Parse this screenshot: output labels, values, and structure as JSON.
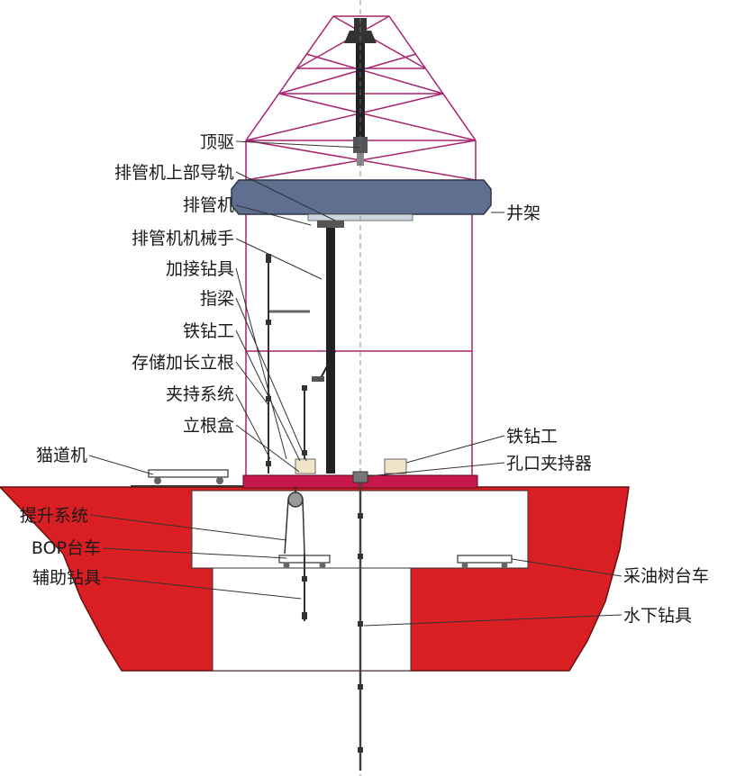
{
  "labels": {
    "top_drive": "顶驱",
    "pipe_racker_upper_rail": "排管机上部导轨",
    "pipe_racker": "排管机",
    "derrick": "井架",
    "pipe_racker_arm": "排管机机械手",
    "extra_drill_tool": "加接钻具",
    "finger_beam": "指梁",
    "iron_roughneck_left": "铁钻工",
    "stored_stand": "存储加长立根",
    "clamping_system": "夹持系统",
    "setback_box": "立根盒",
    "catwalk": "猫道机",
    "iron_roughneck_right": "铁钻工",
    "wellhead_clamp": "孔口夹持器",
    "hoist_system": "提升系统",
    "bop_trolley": "BOP台车",
    "aux_drill_tool": "辅助钻具",
    "tree_trolley": "采油树台车",
    "subsea_drill_tool": "水下钻具"
  },
  "colors": {
    "hull_red": "#d91e24",
    "deck_red": "#c8174a",
    "derrick_magenta": "#a8236f",
    "crown_block_gray": "#5f6f8f",
    "pipe_dark": "#222222"
  }
}
